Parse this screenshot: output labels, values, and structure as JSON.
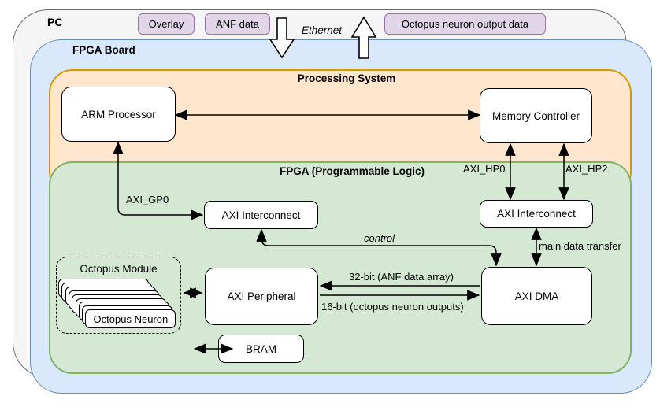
{
  "containers": {
    "pc": "PC",
    "fpga_board": "FPGA Board",
    "processing_system": "Processing System",
    "fpga_pl": "FPGA (Programmable Logic)"
  },
  "tags": {
    "overlay": "Overlay",
    "anf_data": "ANF data",
    "octopus_output": "Octopus neuron output data"
  },
  "ethernet": "Ethernet",
  "nodes": {
    "arm": "ARM Processor",
    "memory": "Memory Controller",
    "axi_interconnect_left": "AXI Interconnect",
    "axi_interconnect_right": "AXI Interconnect",
    "axi_peripheral": "AXI Peripheral",
    "axi_dma": "AXI DMA",
    "bram": "BRAM",
    "octopus_module": "Octopus Module",
    "octopus_neuron": "Octopus Neuron"
  },
  "edges": {
    "axi_gp0": "AXI_GP0",
    "axi_hp0": "AXI_HP0",
    "axi_hp2": "AXI_HP2",
    "control": "control",
    "main_data_transfer": "main data transfer",
    "anf_bus": "32-bit (ANF data array)",
    "neuron_bus": "16-bit (octopus neuron outputs)"
  },
  "colors": {
    "pc_fill": "#f5f5f5",
    "pc_border": "#6e6e6e",
    "board_fill": "#dae8fc",
    "board_border": "#6c8ebf",
    "ps_fill": "#ffe6cc",
    "ps_border": "#d79b00",
    "pl_fill": "#d5e8d4",
    "pl_border": "#82b366",
    "tag_fill": "#e1d5e7",
    "tag_border": "#9673a6"
  }
}
